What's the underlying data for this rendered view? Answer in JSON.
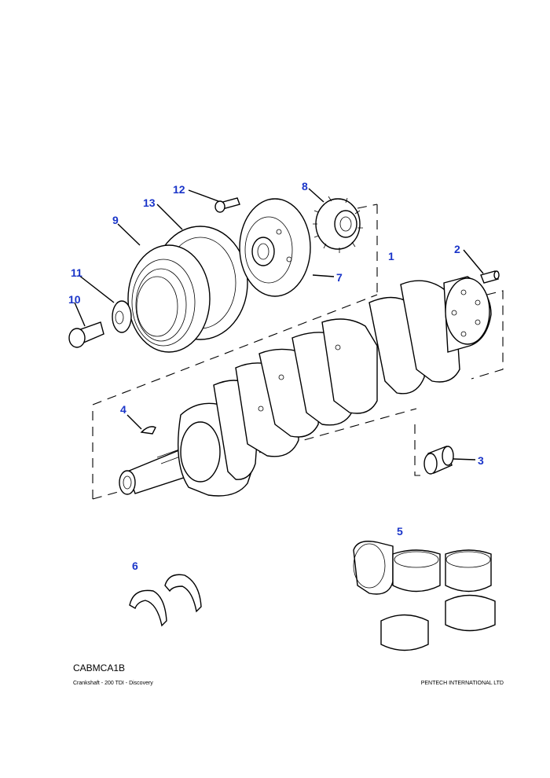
{
  "diagram": {
    "callouts": [
      "1",
      "2",
      "3",
      "4",
      "5",
      "6",
      "7",
      "8",
      "9",
      "10",
      "11",
      "12",
      "13"
    ],
    "code": "CABMCA1B",
    "caption_left": "Crankshaft - 200 TDI - Discovery",
    "caption_right": "PENTECH INTERNATIONAL LTD"
  },
  "colors": {
    "callout": "#1a35c9",
    "line": "#000000",
    "background": "#ffffff"
  }
}
